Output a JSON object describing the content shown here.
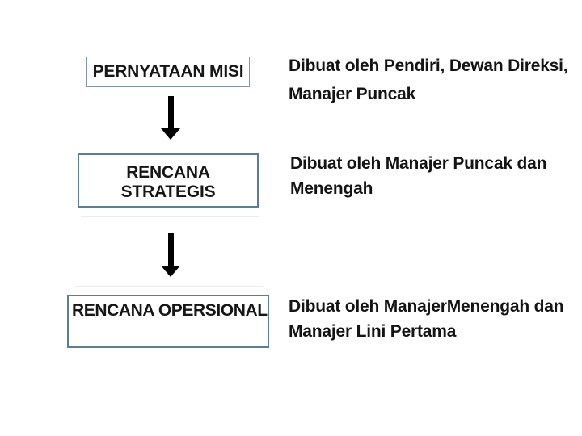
{
  "slide": {
    "language": "Indonesian",
    "topic": "Hierarchy of organizational plans"
  },
  "colors": {
    "background": "#ffffff",
    "box_border_light": "#8399a7",
    "box_border": "#5d7d93",
    "arrow": "#000000",
    "text": "#141414",
    "faint_line": "#ececec"
  },
  "flow": {
    "steps": [
      {
        "box_lines": [
          "PERNYATAAN MISI"
        ],
        "note_lines": [
          "Dibuat oleh Pendiri, Dewan Direksi,",
          "Manajer Puncak"
        ]
      },
      {
        "box_lines": [
          "RENCANA",
          "STRATEGIS"
        ],
        "note_lines": [
          "Dibuat oleh Manajer Puncak dan",
          "Menengah"
        ]
      },
      {
        "box_lines": [
          "RENCANA OPERSIONAL"
        ],
        "note_lines": [
          "Dibuat oleh ManajerMenengah dan",
          "Manajer Lini Pertama"
        ]
      }
    ]
  }
}
